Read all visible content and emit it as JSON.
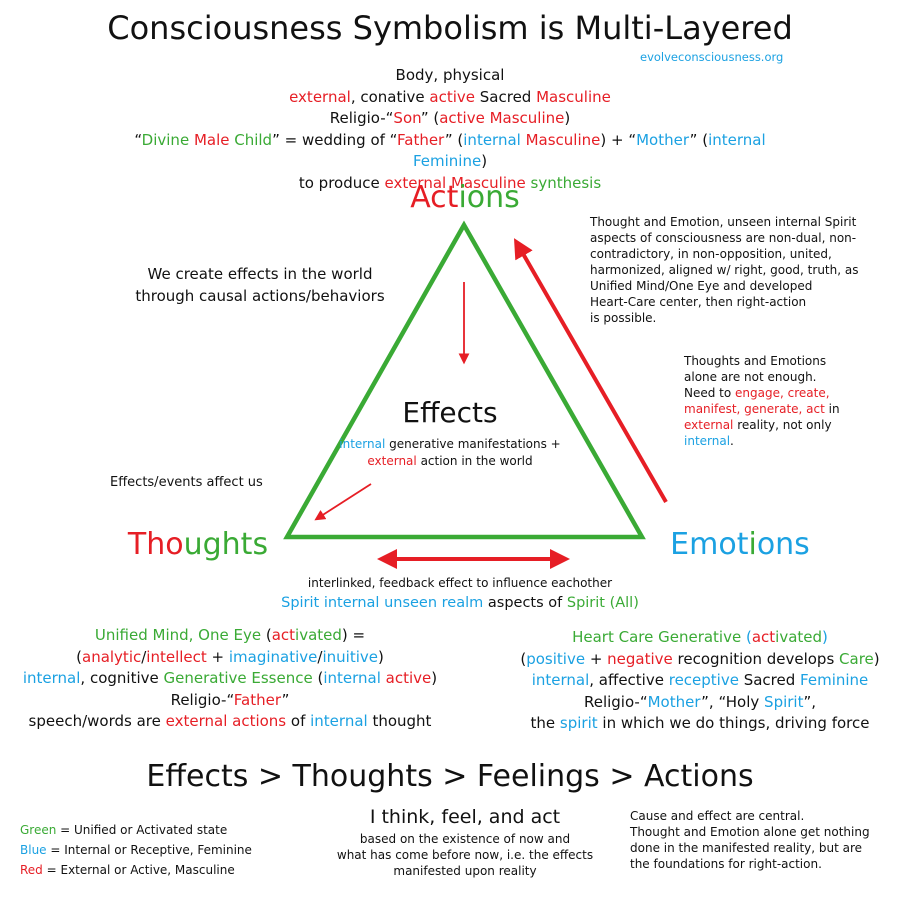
{
  "title": "Consciousness Symbolism is Multi-Layered",
  "website": "evolveconsciousness.org",
  "colors": {
    "green": "#3aaa35",
    "red": "#e61e25",
    "blue": "#1ba1e2",
    "text": "#111111"
  },
  "actions_desc": {
    "lines": [
      [
        {
          "t": "Body, physical",
          "c": "k"
        }
      ],
      [
        {
          "t": "external",
          "c": "r"
        },
        {
          "t": ", conative ",
          "c": "k"
        },
        {
          "t": "active",
          "c": "r"
        },
        {
          "t": " Sacred ",
          "c": "k"
        },
        {
          "t": "Masculine",
          "c": "r"
        }
      ],
      [
        {
          "t": "Religio-“",
          "c": "k"
        },
        {
          "t": "Son",
          "c": "r"
        },
        {
          "t": "” (",
          "c": "k"
        },
        {
          "t": "active Masculine",
          "c": "r"
        },
        {
          "t": ")",
          "c": "k"
        }
      ],
      [
        {
          "t": "“",
          "c": "k"
        },
        {
          "t": "Divine ",
          "c": "g"
        },
        {
          "t": "Male",
          "c": "r"
        },
        {
          "t": " Child",
          "c": "g"
        },
        {
          "t": "”  = wedding of “",
          "c": "k"
        },
        {
          "t": "Father",
          "c": "r"
        },
        {
          "t": "” (",
          "c": "k"
        },
        {
          "t": "internal",
          "c": "b"
        },
        {
          "t": " Masculine",
          "c": "r"
        },
        {
          "t": ") + “",
          "c": "k"
        },
        {
          "t": "Mother",
          "c": "b"
        },
        {
          "t": "”  (",
          "c": "k"
        },
        {
          "t": "internal Feminine",
          "c": "b"
        },
        {
          "t": ")",
          "c": "k"
        }
      ],
      [
        {
          "t": "to produce ",
          "c": "k"
        },
        {
          "t": "external Masculine",
          "c": "r"
        },
        {
          "t": " synthesis",
          "c": "g"
        }
      ]
    ]
  },
  "vertices": {
    "actions": [
      {
        "t": "Act",
        "c": "r"
      },
      {
        "t": "ions",
        "c": "g"
      }
    ],
    "thoughts": [
      {
        "t": "Tho",
        "c": "r"
      },
      {
        "t": "ughts",
        "c": "g"
      }
    ],
    "emotions": [
      {
        "t": "Emot",
        "c": "b"
      },
      {
        "t": "i",
        "c": "g"
      },
      {
        "t": "ons",
        "c": "b"
      }
    ]
  },
  "center": {
    "title": "Effects",
    "subtitle_lines": [
      [
        {
          "t": "internal",
          "c": "b"
        },
        {
          "t": " generative manifestations +",
          "c": "k"
        }
      ],
      [
        {
          "t": "external",
          "c": "r"
        },
        {
          "t": " action in the world",
          "c": "k"
        }
      ]
    ]
  },
  "note_causal": {
    "lines": [
      [
        {
          "t": "We create effects in the world",
          "c": "k"
        }
      ],
      [
        {
          "t": "through causal actions/behaviors",
          "c": "k"
        }
      ]
    ]
  },
  "note_effects_affect": {
    "lines": [
      [
        {
          "t": "Effects/events affect us",
          "c": "k"
        }
      ]
    ]
  },
  "note_spirit_nondual": {
    "lines": [
      [
        {
          "t": "Thought and Emotion, unseen internal Spirit",
          "c": "k"
        }
      ],
      [
        {
          "t": "aspects of consciousness are non-dual, non-",
          "c": "k"
        }
      ],
      [
        {
          "t": "contradictory, in non-opposition, united,",
          "c": "k"
        }
      ],
      [
        {
          "t": "harmonized, aligned w/ right, good, truth, as",
          "c": "k"
        }
      ],
      [
        {
          "t": "Unified Mind/One Eye and developed",
          "c": "k"
        }
      ],
      [
        {
          "t": "Heart-Care center, then right-action",
          "c": "k"
        }
      ],
      [
        {
          "t": "is possible.",
          "c": "k"
        }
      ]
    ]
  },
  "note_not_enough": {
    "lines": [
      [
        {
          "t": "Thoughts and Emotions",
          "c": "k"
        }
      ],
      [
        {
          "t": "alone are not enough.",
          "c": "k"
        }
      ],
      [
        {
          "t": "Need to ",
          "c": "k"
        },
        {
          "t": "engage, create,",
          "c": "r"
        }
      ],
      [
        {
          "t": "manifest, generate, act",
          "c": "r"
        },
        {
          "t": " in",
          "c": "k"
        }
      ],
      [
        {
          "t": "external",
          "c": "r"
        },
        {
          "t": " reality, not only",
          "c": "k"
        }
      ],
      [
        {
          "t": "internal",
          "c": "b"
        },
        {
          "t": ".",
          "c": "k"
        }
      ]
    ]
  },
  "interlinked_text": "interlinked, feedback effect to influence eachother",
  "spirit_line": [
    {
      "t": "Spirit internal unseen realm",
      "c": "b"
    },
    {
      "t": " aspects of ",
      "c": "k"
    },
    {
      "t": "Spirit (All)",
      "c": "g"
    }
  ],
  "thoughts_desc": {
    "lines": [
      [
        {
          "t": "Unified Mind, One Eye",
          "c": "g"
        },
        {
          "t": " (",
          "c": "k"
        },
        {
          "t": "act",
          "c": "r"
        },
        {
          "t": "ivated",
          "c": "g"
        },
        {
          "t": ") =",
          "c": "k"
        }
      ],
      [
        {
          "t": "(",
          "c": "k"
        },
        {
          "t": "analytic",
          "c": "r"
        },
        {
          "t": "/",
          "c": "k"
        },
        {
          "t": "intellect",
          "c": "r"
        },
        {
          "t": " + ",
          "c": "k"
        },
        {
          "t": "imaginative",
          "c": "b"
        },
        {
          "t": "/",
          "c": "k"
        },
        {
          "t": "inuitive",
          "c": "b"
        },
        {
          "t": ")",
          "c": "k"
        }
      ],
      [
        {
          "t": "internal",
          "c": "b"
        },
        {
          "t": ", cognitive ",
          "c": "k"
        },
        {
          "t": "Generative Essence",
          "c": "g"
        },
        {
          "t": " (",
          "c": "k"
        },
        {
          "t": "internal",
          "c": "b"
        },
        {
          "t": " active",
          "c": "r"
        },
        {
          "t": ")",
          "c": "k"
        }
      ],
      [
        {
          "t": "Religio-“",
          "c": "k"
        },
        {
          "t": "Father",
          "c": "r"
        },
        {
          "t": "”",
          "c": "k"
        }
      ],
      [
        {
          "t": "speech/words are ",
          "c": "k"
        },
        {
          "t": "external actions",
          "c": "r"
        },
        {
          "t": " of ",
          "c": "k"
        },
        {
          "t": "internal",
          "c": "b"
        },
        {
          "t": " thought",
          "c": "k"
        }
      ]
    ]
  },
  "emotions_desc": {
    "lines": [
      [
        {
          "t": "Heart Care Generative",
          "c": "g"
        },
        {
          "t": " (",
          "c": "b"
        },
        {
          "t": "act",
          "c": "r"
        },
        {
          "t": "ivated",
          "c": "g"
        },
        {
          "t": ")",
          "c": "b"
        }
      ],
      [
        {
          "t": "(",
          "c": "k"
        },
        {
          "t": "positive",
          "c": "b"
        },
        {
          "t": " + ",
          "c": "k"
        },
        {
          "t": "negative",
          "c": "r"
        },
        {
          "t": " recognition develops ",
          "c": "k"
        },
        {
          "t": "Care",
          "c": "g"
        },
        {
          "t": ")",
          "c": "k"
        }
      ],
      [
        {
          "t": "internal",
          "c": "b"
        },
        {
          "t": ", affective ",
          "c": "k"
        },
        {
          "t": "receptive",
          "c": "b"
        },
        {
          "t": " Sacred ",
          "c": "k"
        },
        {
          "t": "Feminine",
          "c": "b"
        }
      ],
      [
        {
          "t": "Religio-“",
          "c": "k"
        },
        {
          "t": "Mother",
          "c": "b"
        },
        {
          "t": "”, “Holy ",
          "c": "k"
        },
        {
          "t": "Spirit",
          "c": "b"
        },
        {
          "t": "”,",
          "c": "k"
        }
      ],
      [
        {
          "t": "the ",
          "c": "k"
        },
        {
          "t": "spirit",
          "c": "b"
        },
        {
          "t": " in which we do things, driving force",
          "c": "k"
        }
      ]
    ]
  },
  "chain": "Effects > Thoughts > Feelings > Actions",
  "legend": {
    "lines": [
      [
        {
          "t": "Green",
          "c": "g"
        },
        {
          "t": " = Unified or Activated state",
          "c": "k"
        }
      ],
      [
        {
          "t": "Blue",
          "c": "b"
        },
        {
          "t": " = Internal or Receptive, Feminine",
          "c": "k"
        }
      ],
      [
        {
          "t": "Red",
          "c": "r"
        },
        {
          "t": " = External or Active, Masculine",
          "c": "k"
        }
      ]
    ]
  },
  "think_title": "I think, feel, and act",
  "think_sub": {
    "lines": [
      [
        {
          "t": "based on the existence of now and",
          "c": "k"
        }
      ],
      [
        {
          "t": "what has come before now, i.e. the effects",
          "c": "k"
        }
      ],
      [
        {
          "t": "manifested upon reality",
          "c": "k"
        }
      ]
    ]
  },
  "cause_note": {
    "lines": [
      [
        {
          "t": "Cause and effect are central.",
          "c": "k"
        }
      ],
      [
        {
          "t": "Thought and Emotion alone get nothing",
          "c": "k"
        }
      ],
      [
        {
          "t": "done in the manifested reality, but are",
          "c": "k"
        }
      ],
      [
        {
          "t": "the foundations for right-action.",
          "c": "k"
        }
      ]
    ]
  }
}
